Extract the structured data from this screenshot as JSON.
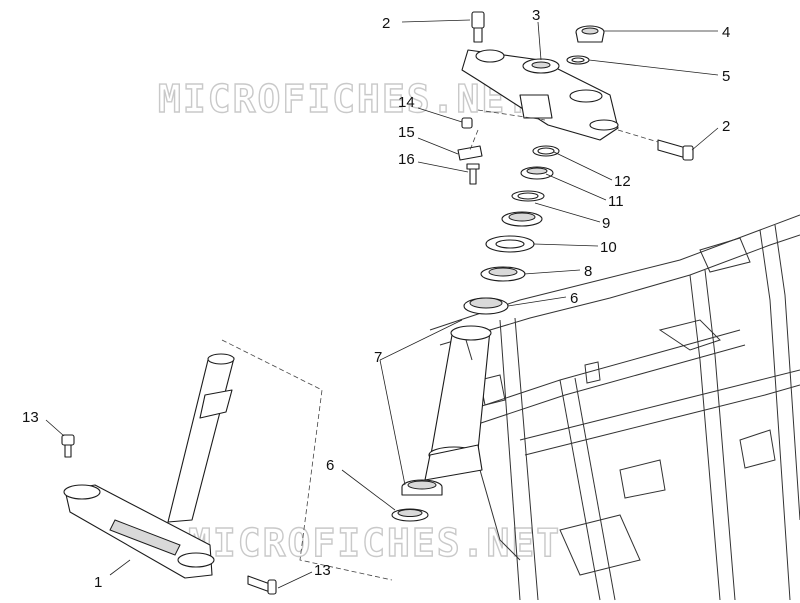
{
  "diagram": {
    "watermark": "MICROFICHES.NET",
    "callouts": [
      {
        "id": "c1",
        "text": "1"
      },
      {
        "id": "c2a",
        "text": "2"
      },
      {
        "id": "c2b",
        "text": "2"
      },
      {
        "id": "c3",
        "text": "3"
      },
      {
        "id": "c4",
        "text": "4"
      },
      {
        "id": "c5",
        "text": "5"
      },
      {
        "id": "c6a",
        "text": "6"
      },
      {
        "id": "c6b",
        "text": "6"
      },
      {
        "id": "c7",
        "text": "7"
      },
      {
        "id": "c8",
        "text": "8"
      },
      {
        "id": "c9",
        "text": "9"
      },
      {
        "id": "c10",
        "text": "10"
      },
      {
        "id": "c11",
        "text": "11"
      },
      {
        "id": "c12",
        "text": "12"
      },
      {
        "id": "c13a",
        "text": "13"
      },
      {
        "id": "c13b",
        "text": "13"
      },
      {
        "id": "c14",
        "text": "14"
      },
      {
        "id": "c15",
        "text": "15"
      },
      {
        "id": "c16",
        "text": "16"
      }
    ]
  }
}
